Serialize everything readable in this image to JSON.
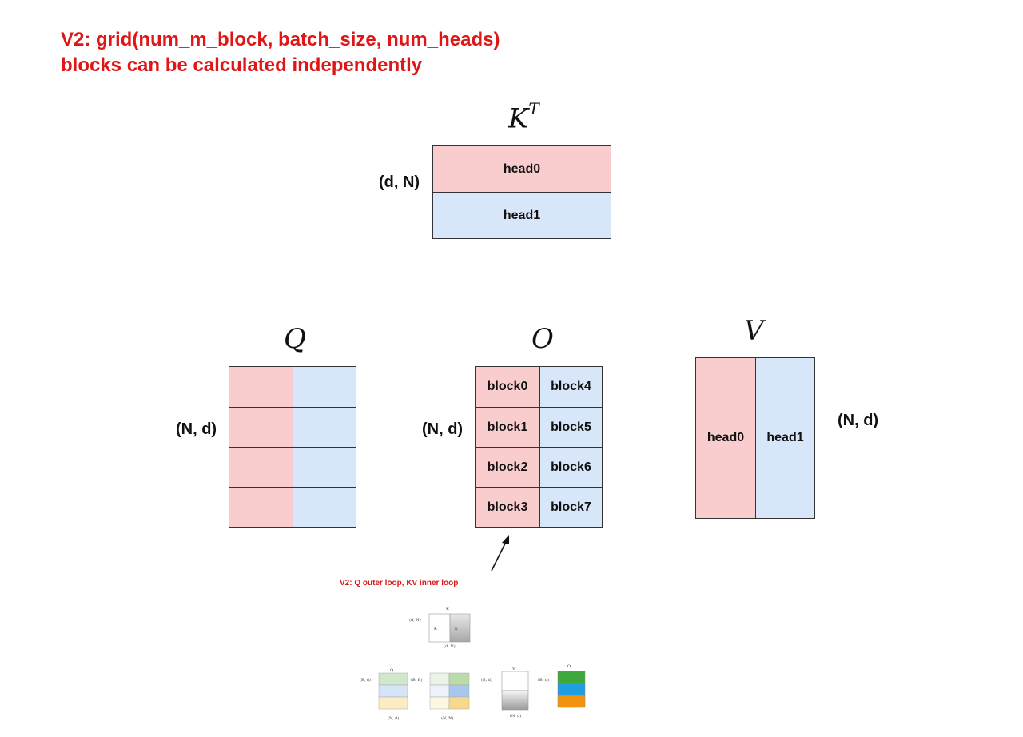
{
  "title": {
    "line1": "V2: grid(num_m_block, batch_size, num_heads)",
    "line2": "blocks can be calculated independently"
  },
  "kt": {
    "label": "K",
    "sup": "T",
    "dim": "(d, N)",
    "rows": [
      "head0",
      "head1"
    ]
  },
  "q": {
    "label": "Q",
    "dim": "(N, d)"
  },
  "o": {
    "label": "O",
    "dim": "(N, d)",
    "blocks_left": [
      "block0",
      "block1",
      "block2",
      "block3"
    ],
    "blocks_right": [
      "block4",
      "block5",
      "block6",
      "block7"
    ]
  },
  "v": {
    "label": "V",
    "dim": "(N, d)",
    "cols": [
      "head0",
      "head1"
    ]
  },
  "caption": "V2: Q outer loop, KV inner loop",
  "colors": {
    "title": "#e01515",
    "head0": "#f9cdcd",
    "head1": "#d8e6fa"
  }
}
